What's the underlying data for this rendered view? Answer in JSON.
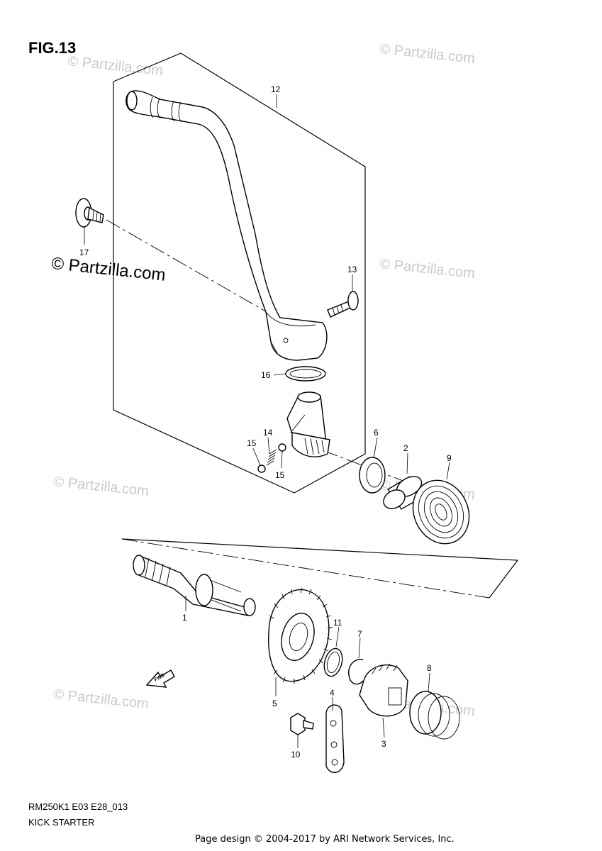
{
  "figure": {
    "title": "FIG.13"
  },
  "footer": {
    "model_code": "RM250K1 E03 E28_013",
    "diagram_name": "KICK STARTER",
    "credit": "Page design © 2004-2017 by ARI Network Services, Inc."
  },
  "watermarks": {
    "text": "© Partzilla.com",
    "brand": "© Partzilla.com"
  },
  "callouts": [
    "12",
    "17",
    "13",
    "16",
    "14",
    "15",
    "15",
    "6",
    "2",
    "9",
    "1",
    "11",
    "7",
    "8",
    "5",
    "4",
    "3",
    "10"
  ],
  "icons": {
    "fwd_arrow_label": "FWD"
  }
}
